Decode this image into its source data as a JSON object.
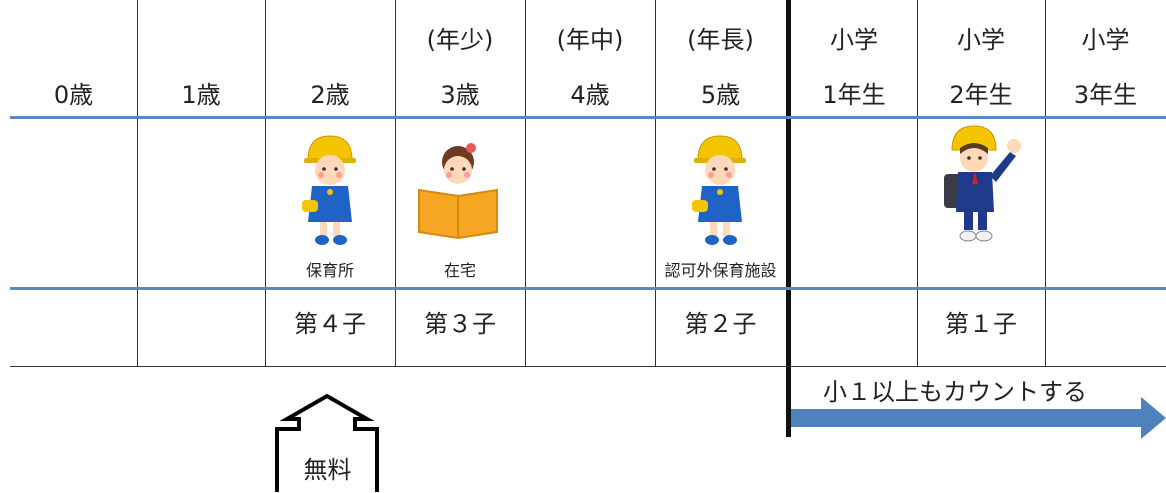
{
  "columns": [
    {
      "top": "",
      "bottom": "0歳"
    },
    {
      "top": "",
      "bottom": "1歳"
    },
    {
      "top": "",
      "bottom": "2歳"
    },
    {
      "top": "(年少)",
      "bottom": "3歳"
    },
    {
      "top": "(年中)",
      "bottom": "4歳"
    },
    {
      "top": "(年長)",
      "bottom": "5歳"
    },
    {
      "top": "小学",
      "bottom": "1年生"
    },
    {
      "top": "小学",
      "bottom": "2年生"
    },
    {
      "top": "小学",
      "bottom": "3年生"
    }
  ],
  "captions": {
    "nursery": "保育所",
    "home": "在宅",
    "unlicensed": "認可外保育施設"
  },
  "children": {
    "fourth": "第４子",
    "third": "第３子",
    "second": "第２子",
    "first": "第１子"
  },
  "arrow_label": "小１以上もカウントする",
  "free_label": "無料",
  "colors": {
    "blue_line": "#5b87c5",
    "arrow": "#4f81bd",
    "yellow_hat": "#f5c400",
    "uniform": "#1f63c6",
    "book": "#f5a623"
  }
}
